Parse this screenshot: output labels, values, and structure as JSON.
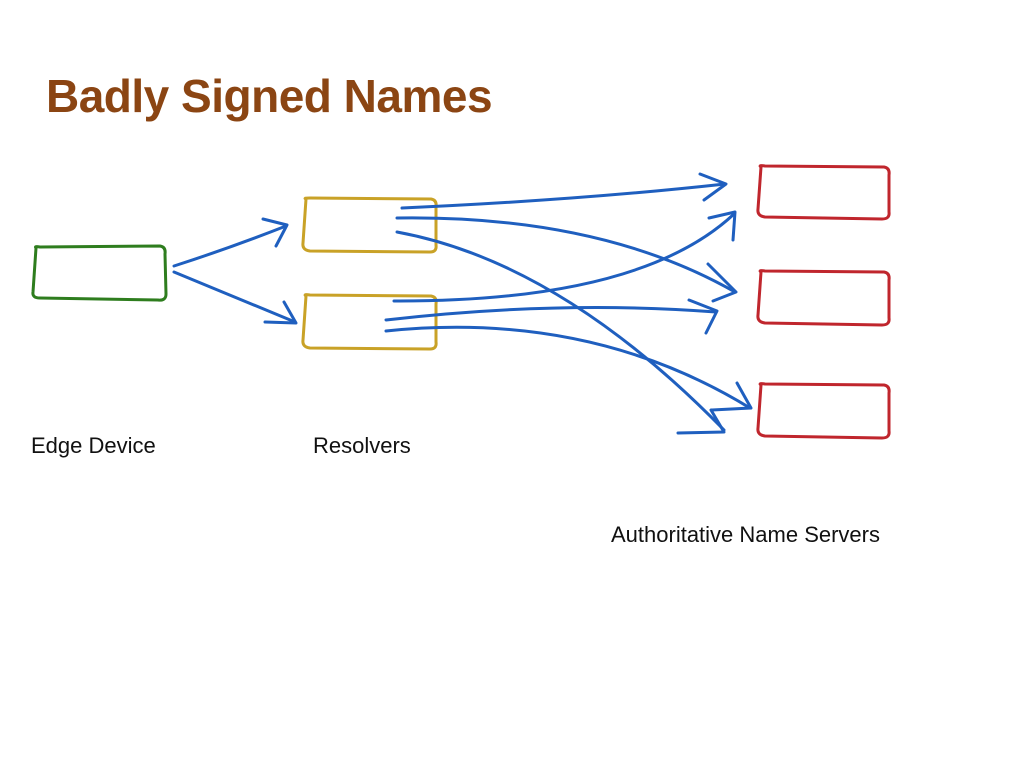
{
  "slide": {
    "title": "Badly Signed Names"
  },
  "labels": {
    "edge_device": "Edge Device",
    "resolvers": "Resolvers",
    "authoritative": "Authoritative Name Servers"
  },
  "colors": {
    "title": "#8B4513",
    "edge_device_box": "#2E7D1E",
    "resolver_box": "#C9A227",
    "authoritative_box": "#C0262D",
    "arrows": "#1F5FBF"
  }
}
